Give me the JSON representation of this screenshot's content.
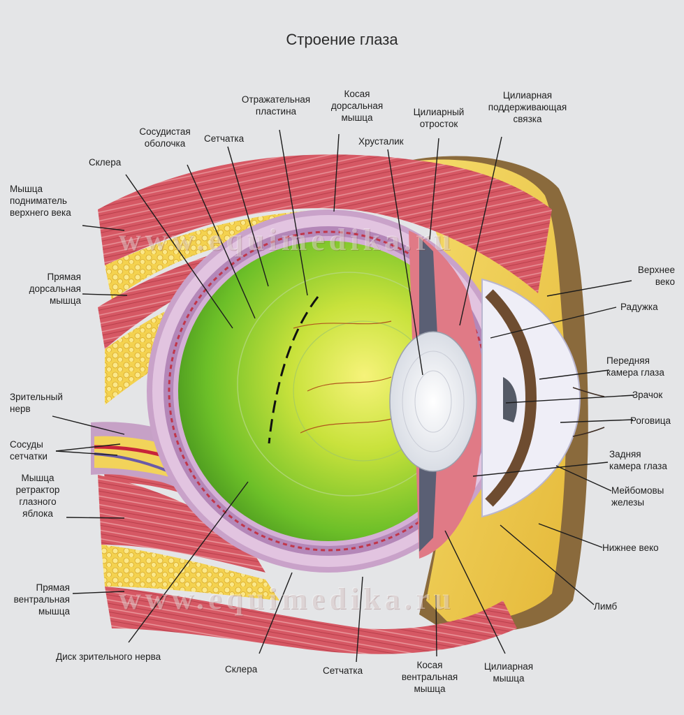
{
  "title": "Строение глаза",
  "watermark": "www.equimedika.ru",
  "labels": {
    "muscle_levator": "Мышца\nподниматель\nверхнего века",
    "rectus_dorsal": "Прямая\nдорсальная\nмышца",
    "optic_nerve": "Зрительный\nнерв",
    "retina_vessels": "Сосуды\nсетчатки",
    "retractor": "Мышца\nретрактор\nглазного\nяблока",
    "rectus_ventral": "Прямая\nвентральная\nмышца",
    "optic_disc": "Диск зрительного нерва",
    "sclera_top": "Склера",
    "choroid": "Сосудистая\nоболочка",
    "retina_top": "Сетчатка",
    "tapetum": "Отражательная\nпластина",
    "oblique_dorsal": "Косая\nдорсальная\nмышца",
    "lens": "Хрусталик",
    "ciliary_process": "Цилиарный\nотросток",
    "zonule": "Цилиарная\nподдерживающая\nсвязка",
    "upper_lid": "Верхнее\nвеко",
    "iris": "Радужка",
    "anterior_chamber": "Передняя\nкамера глаза",
    "pupil": "Зрачок",
    "cornea": "Роговица",
    "posterior_chamber": "Задняя\nкамера глаза",
    "meibomian": "Мейбомовы\nжелезы",
    "lower_lid": "Нижнее веко",
    "limbus": "Лимб",
    "ciliary_muscle": "Цилиарная\nмышца",
    "oblique_ventral": "Косая\nвентральная\nмышца",
    "retina_bottom": "Сетчатка",
    "sclera_bottom": "Склера"
  }
}
